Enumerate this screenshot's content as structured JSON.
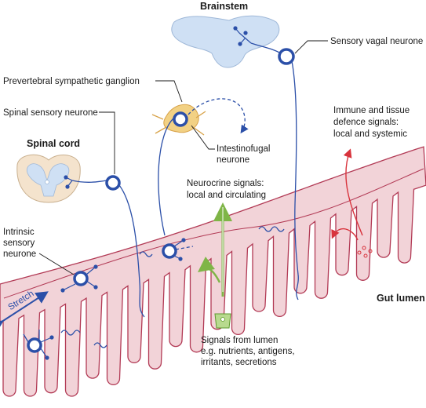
{
  "labels": {
    "brainstem": "Brainstem",
    "sensory_vagal": "Sensory vagal neurone",
    "prevertebral": "Prevertebral sympathetic ganglion",
    "spinal_sensory": "Spinal sensory neurone",
    "spinal_cord": "Spinal cord",
    "intestinofugal_1": "Intestinofugal",
    "intestinofugal_2": "neurone",
    "immune_1": "Immune and tissue",
    "immune_2": "defence signals:",
    "immune_3": "local and systemic",
    "neurocrine_1": "Neurocrine signals:",
    "neurocrine_2": "local and circulating",
    "intrinsic_1": "Intrinsic",
    "intrinsic_2": "sensory",
    "intrinsic_3": "neurone",
    "stretch": "Stretch",
    "gut_lumen": "Gut lumen",
    "signals_1": "Signals from lumen",
    "signals_2": "e.g. nutrients, antigens,",
    "signals_3": "irritants, secretions"
  },
  "colors": {
    "gut_fill": "#f2d3d8",
    "gut_stroke": "#b23a55",
    "neuron": "#2b4fa8",
    "brain_fill": "#cfe0f4",
    "spinal_fill": "#f4e3cd",
    "ganglion_fill": "#f2d184",
    "immune": "#d8333c",
    "neurocrine": "#7fb547"
  }
}
